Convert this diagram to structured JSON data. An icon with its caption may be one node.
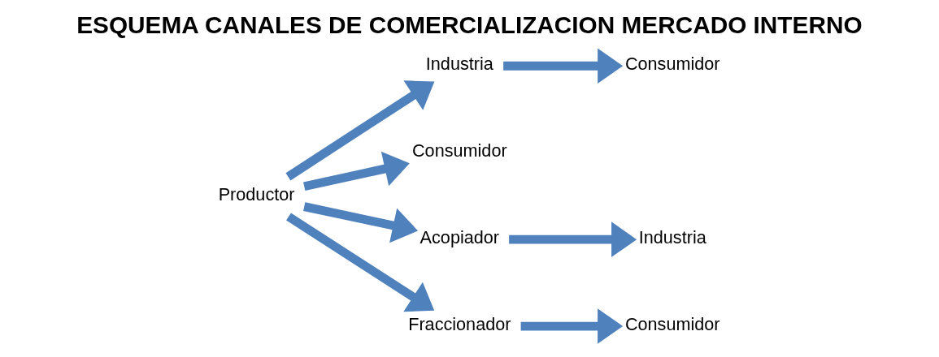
{
  "diagram": {
    "title": "ESQUEMA CANALES DE COMERCIALIZACION MERCADO INTERNO",
    "nodes": [
      {
        "text": [
          "Productor"
        ]
      },
      {
        "text": [
          "Industria"
        ]
      },
      {
        "text": [
          "Consumidor"
        ]
      },
      {
        "text": [
          "Consumidor"
        ]
      },
      {
        "text": [
          "Acopiador"
        ]
      },
      {
        "text": [
          "Industria"
        ]
      },
      {
        "text": [
          "Fraccionador"
        ]
      },
      {
        "text": [
          "Consumidor"
        ]
      }
    ],
    "edges": [
      {
        "from": 0,
        "to": 1,
        "arrow": "to"
      },
      {
        "from": 1,
        "to": 2,
        "arrow": "to"
      },
      {
        "from": 0,
        "to": 3,
        "arrow": "to"
      },
      {
        "from": 0,
        "to": 4,
        "arrow": "to"
      },
      {
        "from": 4,
        "to": 5,
        "arrow": "to"
      },
      {
        "from": 0,
        "to": 6,
        "arrow": "to"
      },
      {
        "from": 6,
        "to": 7,
        "arrow": "to"
      }
    ]
  }
}
